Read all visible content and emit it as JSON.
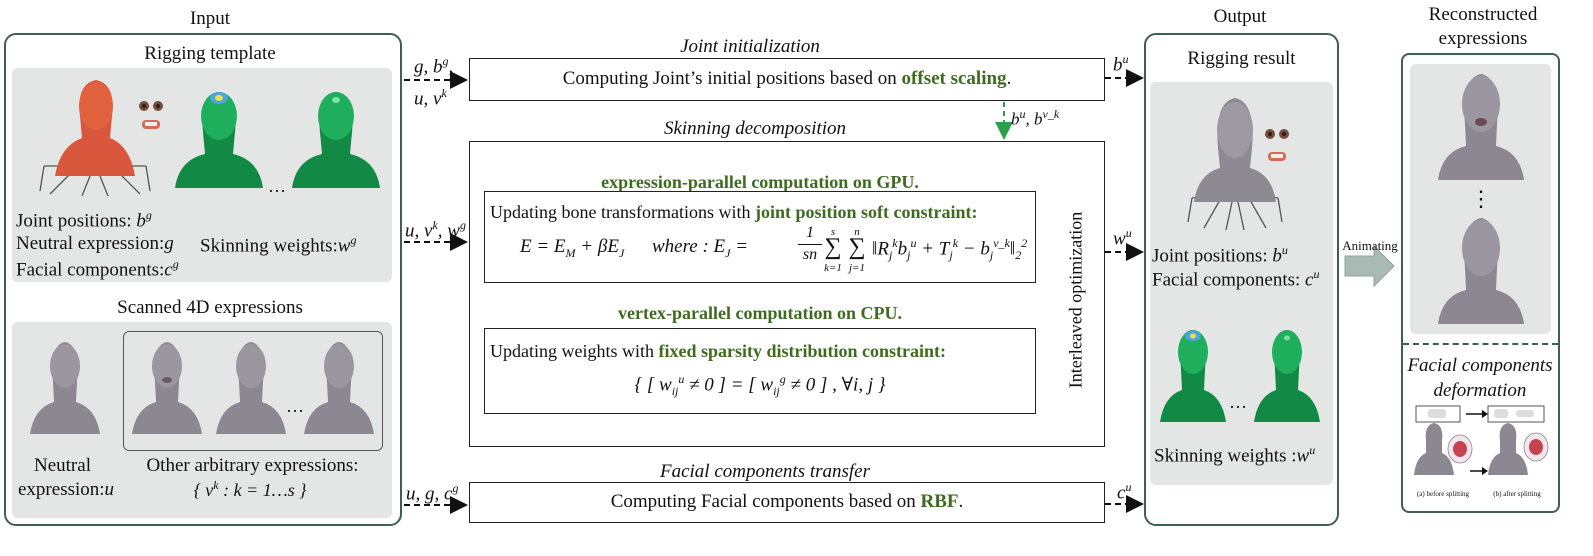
{
  "input": {
    "title": "Input",
    "rigging_template": {
      "title": "Rigging template",
      "joint_positions": "Joint positions:",
      "joint_var": "b",
      "joint_sup": "g",
      "neutral_expression": "Neutral expression:",
      "neutral_var": "g",
      "facial_components": "Facial components:",
      "facial_var": "c",
      "facial_sup": "g",
      "skinning_weights": "Skinning weights:",
      "skin_var": "w",
      "skin_sup": "g",
      "ellipsis": "…"
    },
    "scanned": {
      "title": "Scanned 4D expressions",
      "neutral_label_1": "Neutral",
      "neutral_label_2": "expression:",
      "neutral_var": "u",
      "other_label": "Other arbitrary expressions:",
      "set_expr": "{ v",
      "set_sup": "k",
      "set_rest": " : k = 1…s }",
      "ellipsis": "…"
    }
  },
  "arrows": {
    "in_top_1": "g, b",
    "in_top_1_sup": "g",
    "in_top_1_tail": ",",
    "in_top_2": "u, v",
    "in_top_2_sup": "k",
    "in_mid": "u, v",
    "in_mid_sup": "k",
    "in_mid_tail": ", w",
    "in_mid_tail_sup": "g",
    "in_bot": "u, g, c",
    "in_bot_sup": "g",
    "out_top": "b",
    "out_top_sup": "u",
    "out_mid": "w",
    "out_mid_sup": "u",
    "out_bot": "c",
    "out_bot_sup": "u",
    "down_label": "b",
    "down_label_sup": "u",
    "down_label_2": ", b",
    "down_label_2_sup": "v_k"
  },
  "joint_init": {
    "title": "Joint initialization",
    "text_before": "Computing Joint’s initial positions based on ",
    "text_bold": "offset scaling",
    "text_after": "."
  },
  "skinning": {
    "title": "Skinning decomposition",
    "gpu_title": "expression-parallel computation on GPU.",
    "gpu_text_before": "Updating bone transformations with ",
    "gpu_text_bold": "joint position soft constraint:",
    "gpu_formula_left": "E = E",
    "gpu_formula_m": "M",
    "gpu_formula_mid": " + βE",
    "gpu_formula_j": "J",
    "gpu_formula_where": "where :  E",
    "gpu_formula_eq": " =",
    "gpu_frac_num": "1",
    "gpu_frac_den": "sn",
    "sum1_top": "s",
    "sum1_bot": "k=1",
    "sum2_top": "n",
    "sum2_bot": "j=1",
    "norm_body": "R",
    "norm_rest": "b",
    "norm_plus": " + T",
    "norm_minus": " − b",
    "norm_sub": "2",
    "norm_sup": "2",
    "cpu_title": "vertex-parallel computation on CPU.",
    "cpu_text_before": "Updating weights with ",
    "cpu_text_bold": "fixed sparsity distribution constraint:",
    "cpu_formula": "{ [ w",
    "cpu_formula_sup1": "u",
    "cpu_formula_sub1": "ij",
    "cpu_formula_mid": " ≠ 0 ] = [ w",
    "cpu_formula_sup2": "g",
    "cpu_formula_sub2": "ij",
    "cpu_formula_end": " ≠ 0 ] , ∀i, j }",
    "interleaved": "Interleaved optimization"
  },
  "facial_transfer": {
    "title": "Facial components transfer",
    "text_before": "Computing Facial components based on ",
    "text_bold": "RBF",
    "text_after": "."
  },
  "output": {
    "title": "Output",
    "rigging_result": "Rigging result",
    "joint_positions": "Joint positions:",
    "joint_var": "b",
    "joint_sup": "u",
    "facial_components": "Facial components:",
    "facial_var": "c",
    "facial_sup": "u",
    "skinning_weights": "Skinning weights :",
    "skin_var": "w",
    "skin_sup": "u",
    "ellipsis": "…"
  },
  "animating": "Animating",
  "reconstructed": {
    "title_1": "Reconstructed",
    "title_2": "expressions",
    "dots": "⋮",
    "facial_def_1": "Facial components",
    "facial_def_2": "deformation",
    "caption_a": "(a) before splitting",
    "caption_b": "(b) after splitting"
  },
  "colors": {
    "panel_border": "#3f5f56",
    "gray_box": "#e3e6e5",
    "accent_green": "#3d6b1f",
    "arrow_green": "#2e9e4a",
    "skin_red": "#d9573c",
    "mesh_green": "#1fae5c",
    "head_gray": "#8c8790"
  }
}
